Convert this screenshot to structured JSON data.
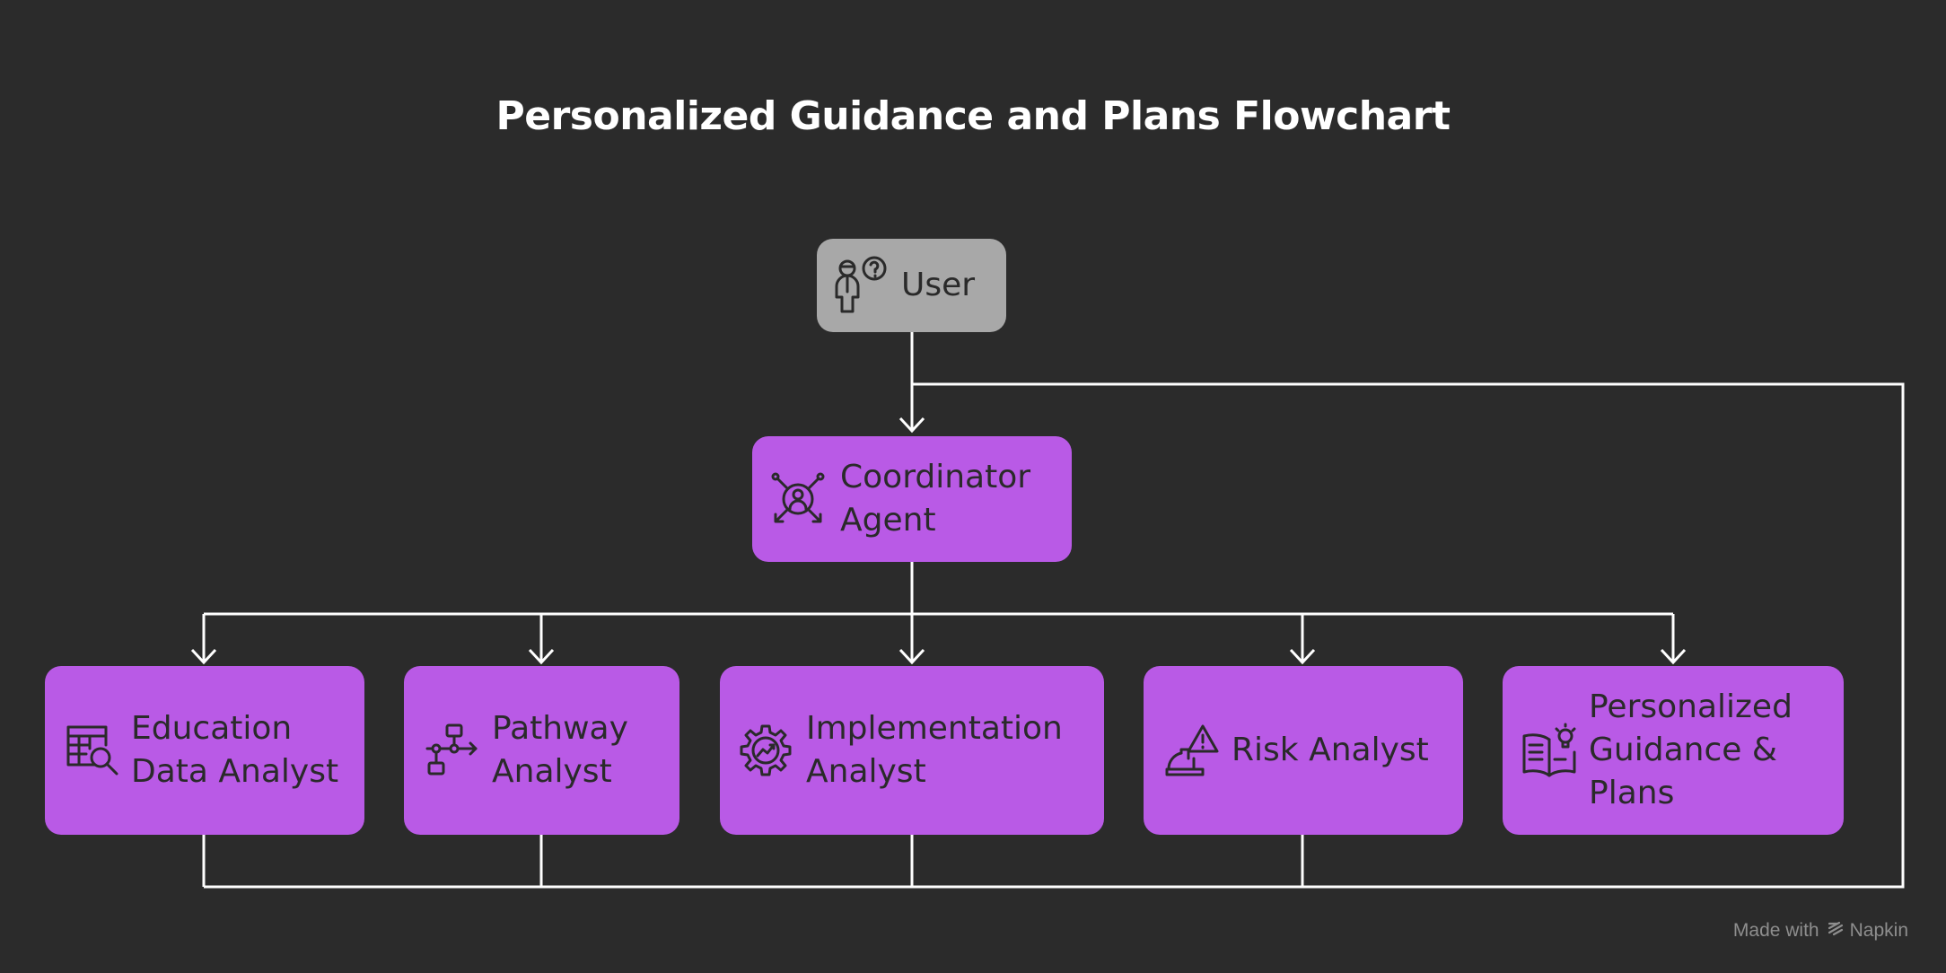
{
  "title": "Personalized Guidance and Plans Flowchart",
  "nodes": {
    "user": {
      "label": "User",
      "icon": "user-question-icon"
    },
    "coordinator": {
      "label_lines": [
        "Coordinator",
        "Agent"
      ],
      "icon": "user-network-icon"
    },
    "education": {
      "label_lines": [
        "Education",
        "Data Analyst"
      ],
      "icon": "table-search-icon"
    },
    "pathway": {
      "label_lines": [
        "Pathway",
        "Analyst"
      ],
      "icon": "flow-diagram-icon"
    },
    "implementation": {
      "label_lines": [
        "Implementation",
        "Analyst"
      ],
      "icon": "gear-chart-icon"
    },
    "risk": {
      "label": "Risk Analyst",
      "icon": "hardhat-warning-icon"
    },
    "guidance": {
      "label_lines": [
        "Personalized",
        "Guidance &",
        "Plans"
      ],
      "icon": "book-lightbulb-icon"
    }
  },
  "footer": {
    "made_with": "Made with",
    "brand": "Napkin"
  },
  "colors": {
    "background": "#2b2b2b",
    "node_fill": "#b95ae6",
    "user_fill": "#a8a8a8",
    "connector": "#ffffff",
    "text_dark": "#2a2a2a"
  }
}
